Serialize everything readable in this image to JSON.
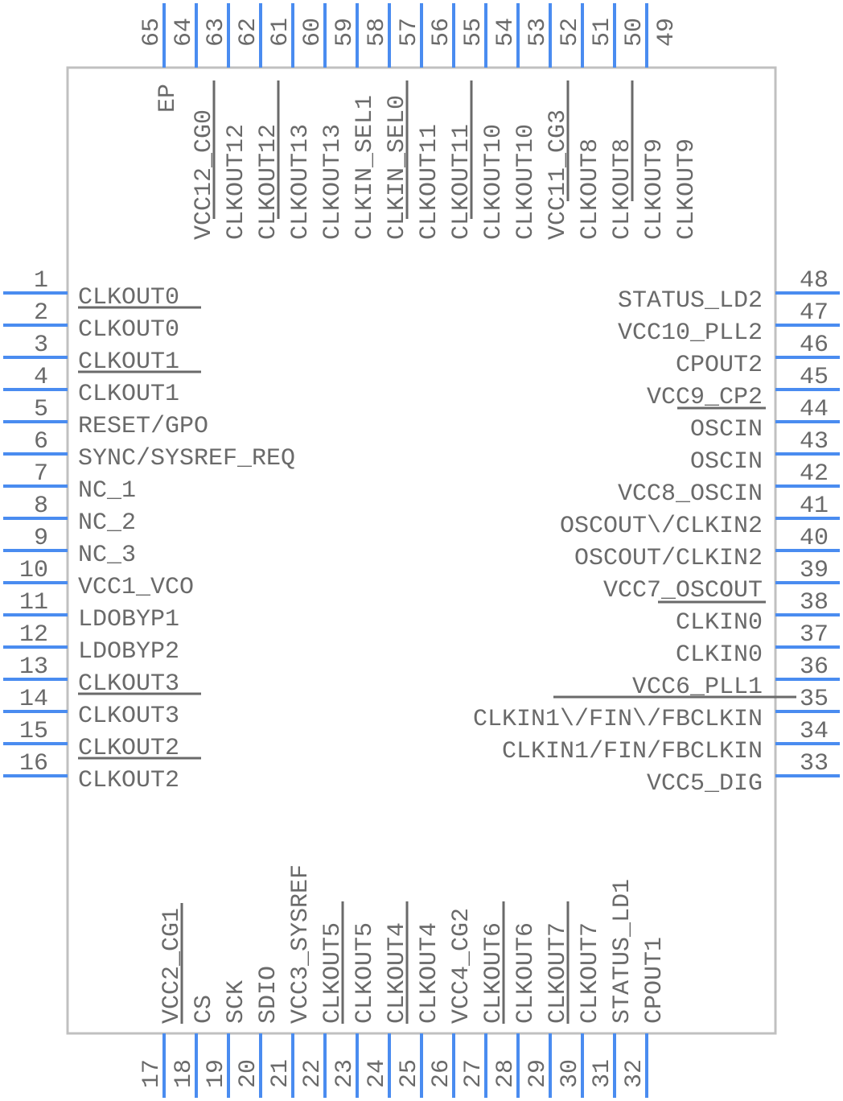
{
  "component": {
    "type": "IC schematic symbol",
    "colors": {
      "pin": "#4a8cf0",
      "body_outline": "#c0c0c0",
      "text": "#6a6a6a",
      "background": "#ffffff"
    }
  },
  "pins": {
    "left": [
      {
        "number": "1",
        "name": "CLKOUT0"
      },
      {
        "number": "2",
        "name": "CLKOUT0"
      },
      {
        "number": "3",
        "name": "CLKOUT1"
      },
      {
        "number": "4",
        "name": "CLKOUT1"
      },
      {
        "number": "5",
        "name": "RESET/GPO"
      },
      {
        "number": "6",
        "name": "SYNC/SYSREF_REQ"
      },
      {
        "number": "7",
        "name": "NC_1"
      },
      {
        "number": "8",
        "name": "NC_2"
      },
      {
        "number": "9",
        "name": "NC_3"
      },
      {
        "number": "10",
        "name": "VCC1_VCO"
      },
      {
        "number": "11",
        "name": "LDOBYP1"
      },
      {
        "number": "12",
        "name": "LDOBYP2"
      },
      {
        "number": "13",
        "name": "CLKOUT3"
      },
      {
        "number": "14",
        "name": "CLKOUT3"
      },
      {
        "number": "15",
        "name": "CLKOUT2"
      },
      {
        "number": "16",
        "name": "CLKOUT2"
      }
    ],
    "bottom": [
      {
        "number": "17",
        "name": "VCC2_CG1"
      },
      {
        "number": "18",
        "name": "CS"
      },
      {
        "number": "19",
        "name": "SCK"
      },
      {
        "number": "20",
        "name": "SDIO"
      },
      {
        "number": "21",
        "name": "VCC3_SYSREF"
      },
      {
        "number": "22",
        "name": "CLKOUT5"
      },
      {
        "number": "23",
        "name": "CLKOUT5"
      },
      {
        "number": "24",
        "name": "CLKOUT4"
      },
      {
        "number": "25",
        "name": "CLKOUT4"
      },
      {
        "number": "26",
        "name": "VCC4_CG2"
      },
      {
        "number": "27",
        "name": "CLKOUT6"
      },
      {
        "number": "28",
        "name": "CLKOUT6"
      },
      {
        "number": "29",
        "name": "CLKOUT7"
      },
      {
        "number": "30",
        "name": "CLKOUT7"
      },
      {
        "number": "31",
        "name": "STATUS_LD1"
      },
      {
        "number": "32",
        "name": "CPOUT1"
      }
    ],
    "right": [
      {
        "number": "48",
        "name": "STATUS_LD2"
      },
      {
        "number": "47",
        "name": "VCC10_PLL2"
      },
      {
        "number": "46",
        "name": "CPOUT2"
      },
      {
        "number": "45",
        "name": "VCC9_CP2"
      },
      {
        "number": "44",
        "name": "OSCIN"
      },
      {
        "number": "43",
        "name": "OSCIN"
      },
      {
        "number": "42",
        "name": "VCC8_OSCIN"
      },
      {
        "number": "41",
        "name": "OSCOUT\\/CLKIN2"
      },
      {
        "number": "40",
        "name": "OSCOUT/CLKIN2"
      },
      {
        "number": "39",
        "name": "VCC7_OSCOUT"
      },
      {
        "number": "38",
        "name": "CLKIN0"
      },
      {
        "number": "37",
        "name": "CLKIN0"
      },
      {
        "number": "36",
        "name": "VCC6_PLL1"
      },
      {
        "number": "35",
        "name": "CLKIN1\\/FIN\\/FBCLKIN"
      },
      {
        "number": "34",
        "name": "CLKIN1/FIN/FBCLKIN"
      },
      {
        "number": "33",
        "name": "VCC5_DIG"
      }
    ],
    "top": [
      {
        "number": "64",
        "name": "VCC12_CG0"
      },
      {
        "number": "63",
        "name": "CLKOUT12"
      },
      {
        "number": "62",
        "name": "CLKOUT12"
      },
      {
        "number": "61",
        "name": "CLKOUT13"
      },
      {
        "number": "60",
        "name": "CLKOUT13"
      },
      {
        "number": "59",
        "name": "CLKIN_SEL1"
      },
      {
        "number": "58",
        "name": "CLKIN_SEL0"
      },
      {
        "number": "57",
        "name": "CLKOUT11"
      },
      {
        "number": "56",
        "name": "CLKOUT11"
      },
      {
        "number": "55",
        "name": "CLKOUT10"
      },
      {
        "number": "54",
        "name": "CLKOUT10"
      },
      {
        "number": "53",
        "name": "VCC11_CG3"
      },
      {
        "number": "52",
        "name": "CLKOUT8"
      },
      {
        "number": "51",
        "name": "CLKOUT8"
      },
      {
        "number": "50",
        "name": "CLKOUT9"
      },
      {
        "number": "49",
        "name": "CLKOUT9"
      }
    ],
    "exposed_pad": {
      "number": "65",
      "name": "EP"
    }
  }
}
